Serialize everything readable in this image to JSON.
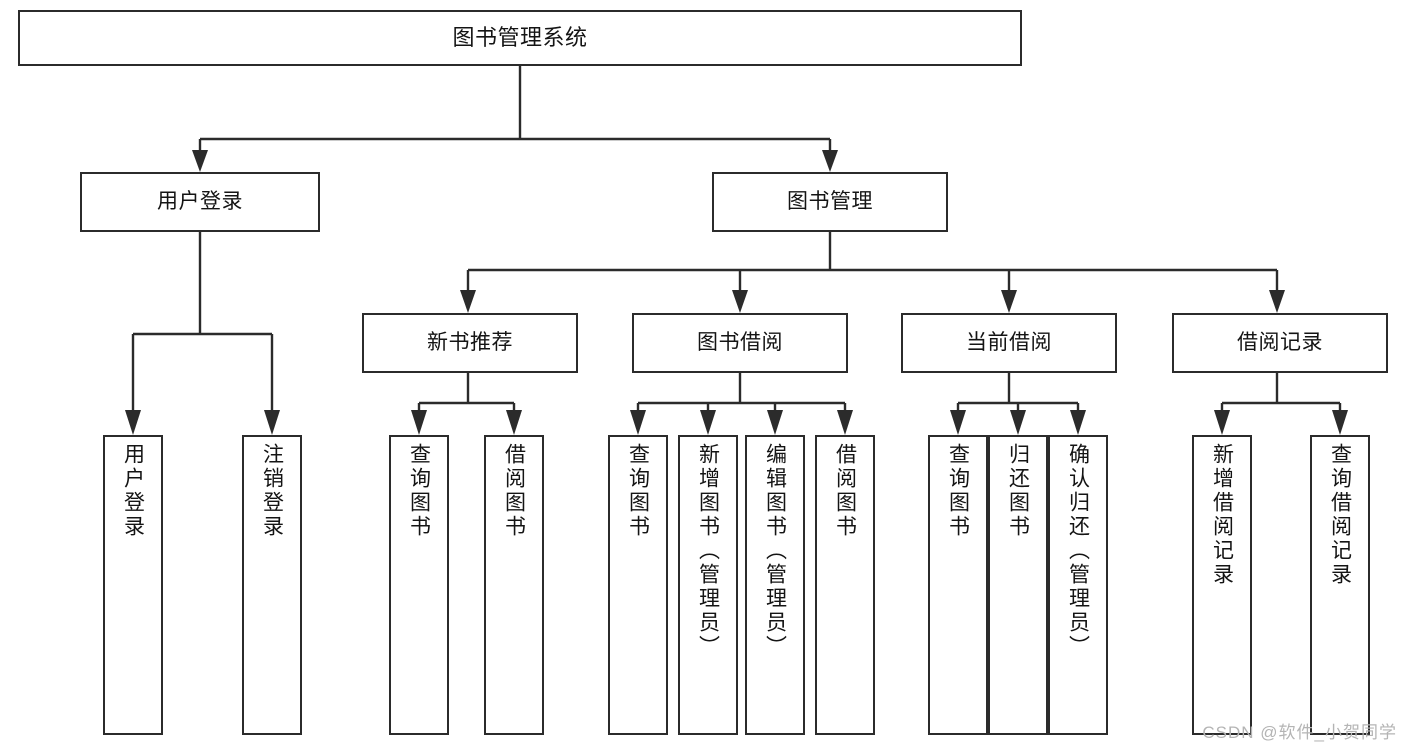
{
  "diagram": {
    "title": "图书管理系统",
    "type": "function-hierarchy-tree",
    "root": {
      "id": "root",
      "label": "图书管理系统"
    },
    "level2": [
      {
        "id": "login",
        "label": "用户登录"
      },
      {
        "id": "book-mgmt",
        "label": "图书管理"
      }
    ],
    "level3": [
      {
        "id": "new-book-rec",
        "label": "新书推荐",
        "parent": "book-mgmt"
      },
      {
        "id": "book-borrow",
        "label": "图书借阅",
        "parent": "book-mgmt"
      },
      {
        "id": "current-borrow",
        "label": "当前借阅",
        "parent": "book-mgmt"
      },
      {
        "id": "borrow-record",
        "label": "借阅记录",
        "parent": "book-mgmt"
      }
    ],
    "leaves": [
      {
        "id": "leaf-user-login",
        "label": "用户登录",
        "parent": "login"
      },
      {
        "id": "leaf-user-logout",
        "label": "注销登录",
        "parent": "login"
      },
      {
        "id": "leaf-rec-query",
        "label": "查询图书",
        "parent": "new-book-rec"
      },
      {
        "id": "leaf-rec-borrow",
        "label": "借阅图书",
        "parent": "new-book-rec"
      },
      {
        "id": "leaf-borrow-query",
        "label": "查询图书",
        "parent": "book-borrow"
      },
      {
        "id": "leaf-borrow-add",
        "label": "新增图书（管理员）",
        "parent": "book-borrow"
      },
      {
        "id": "leaf-borrow-edit",
        "label": "编辑图书（管理员）",
        "parent": "book-borrow"
      },
      {
        "id": "leaf-borrow-lend",
        "label": "借阅图书",
        "parent": "book-borrow"
      },
      {
        "id": "leaf-cur-query",
        "label": "查询图书",
        "parent": "current-borrow"
      },
      {
        "id": "leaf-cur-return",
        "label": "归还图书",
        "parent": "current-borrow"
      },
      {
        "id": "leaf-cur-confirm",
        "label": "确认归还（管理员）",
        "parent": "current-borrow"
      },
      {
        "id": "leaf-rec-add",
        "label": "新增借阅记录",
        "parent": "borrow-record"
      },
      {
        "id": "leaf-rec-search",
        "label": "查询借阅记录",
        "parent": "borrow-record"
      }
    ],
    "colors": {
      "stroke": "#2b2b2b",
      "fill": "#ffffff",
      "text": "#141414",
      "watermark": "#b4b4b4"
    }
  },
  "watermark": {
    "text": "CSDN @软件_小贺同学"
  }
}
